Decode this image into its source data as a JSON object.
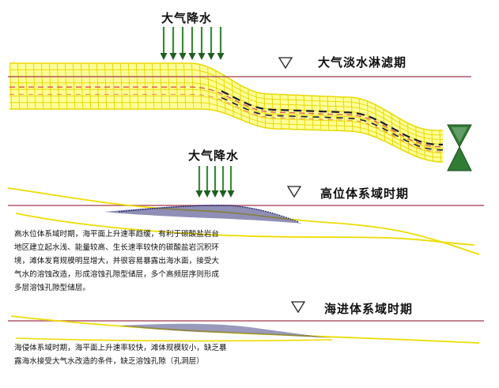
{
  "labels": {
    "rain_top": "大气降水",
    "period_top": "大气淡水淋滤期",
    "rain_mid": "大气降水",
    "period_mid": "高位体系域时期",
    "period_bottom": "海进体系域时期"
  },
  "notes": {
    "highstand": [
      "高水位体系域时期，海平面上升速率趋缓，有利于碳酸盐岩台",
      "地区建立起水浅、能量较高、生长速率较快的碳酸盐岩沉积环",
      "境，滩体发育规模明显增大，并很容易暴露出海水面，接受大",
      "气水的溶蚀改造，形成溶蚀孔隙型储层，多个高频层序则形成",
      "多层溶蚀孔隙型储层。"
    ],
    "transgressive": [
      "海侵体系域时期，海平面上升速率较快，滩体规模较小，缺乏暴",
      "露海水接受大气水改造的条件，缺乏溶蚀孔隙（孔洞层）"
    ]
  },
  "colors": {
    "mesh_fill": "#ffff99",
    "mesh_line": "#e8d800",
    "sea_line": "#b05868",
    "strata_line": "#eedd00",
    "arrow": "#3a8a3a",
    "arrow_dark": "#1f5f1f",
    "red_dash": "#e05050",
    "dark_dash": "#1b1b3a",
    "blue_lens": "#33337a",
    "hourglass_green": "#2e7d32"
  }
}
